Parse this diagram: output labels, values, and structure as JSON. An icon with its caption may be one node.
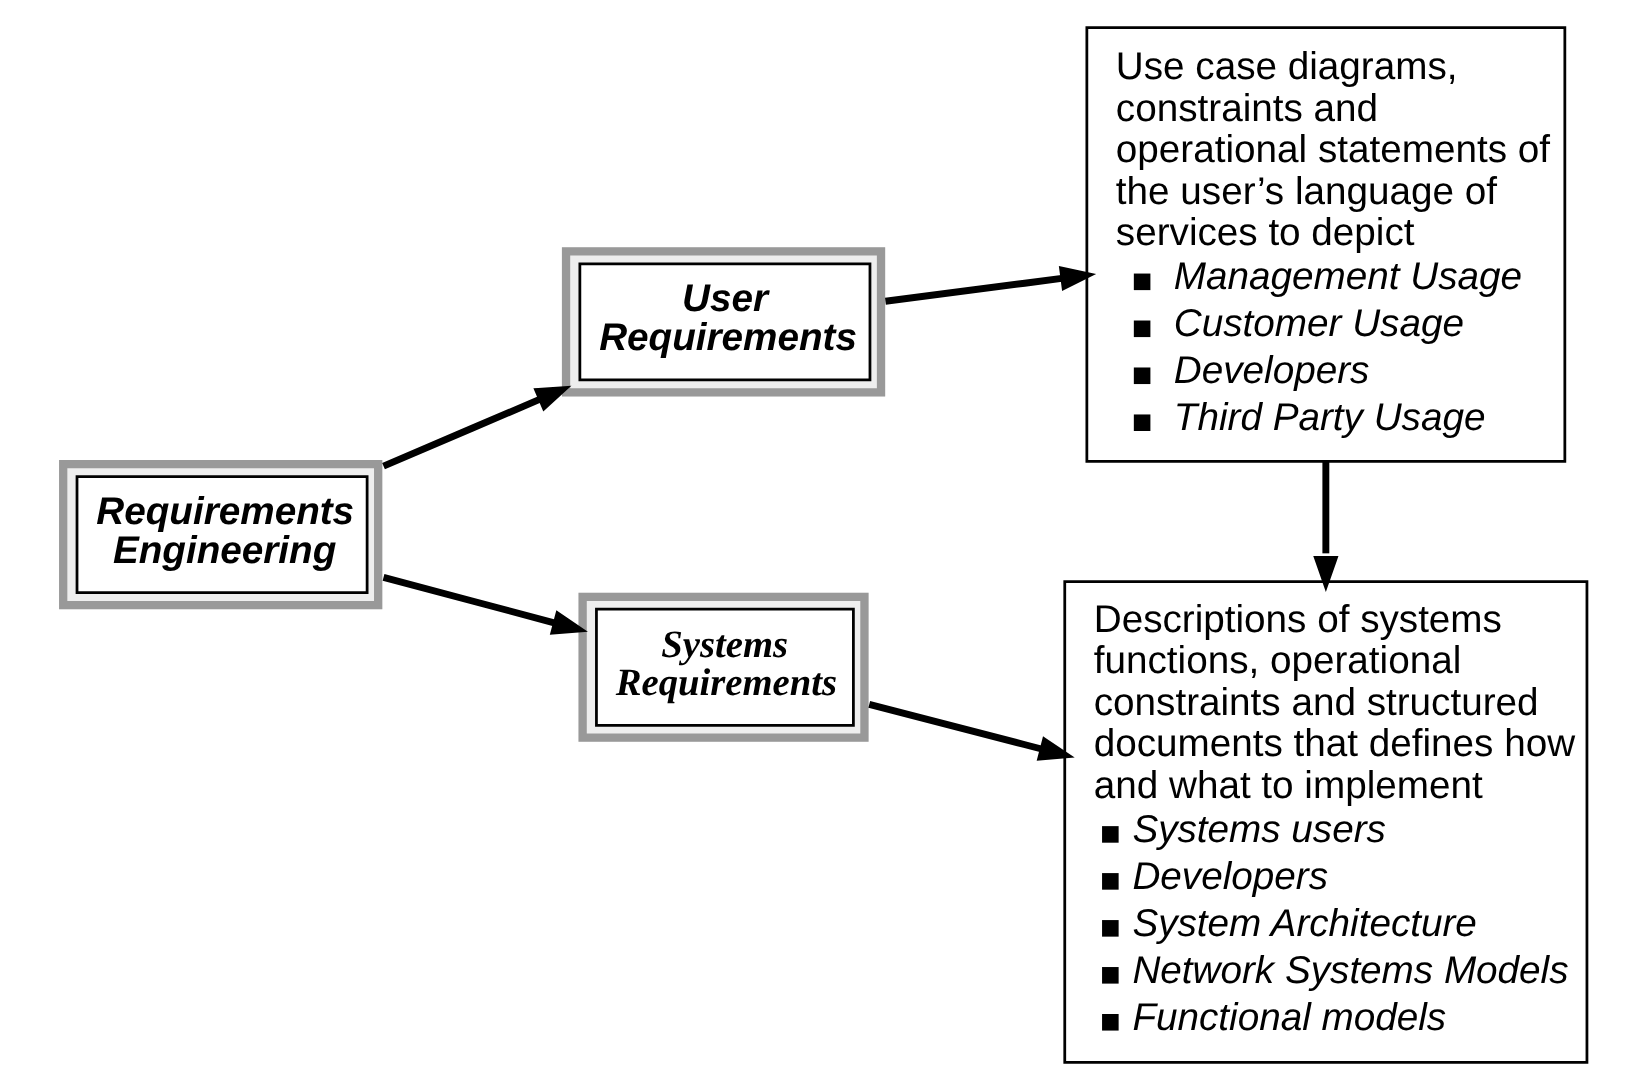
{
  "diagram": {
    "nodes": [
      {
        "text": [
          "Requirements Engineering"
        ]
      },
      {
        "text": [
          "User Requirements"
        ]
      },
      {
        "text": [
          "Systems Requirements"
        ]
      },
      {
        "text": [
          "Use case diagrams, constraints and operational statements of the user’s language of services to depict",
          "Management Usage",
          "Customer Usage",
          "Developers",
          "Third Party Usage"
        ]
      },
      {
        "text": [
          "Descriptions of systems functions, operational constraints and structured documents that defines how and what to implement",
          "Systems users",
          "Developers",
          "System Architecture",
          "Network Systems Models",
          "Functional models"
        ]
      }
    ],
    "edges": [
      {
        "from": 0,
        "to": 1,
        "arrow": "to"
      },
      {
        "from": 0,
        "to": 2,
        "arrow": "to"
      },
      {
        "from": 1,
        "to": 3,
        "arrow": "to"
      },
      {
        "from": 2,
        "to": 4,
        "arrow": "to"
      },
      {
        "from": 3,
        "to": 4,
        "arrow": "to"
      }
    ]
  }
}
